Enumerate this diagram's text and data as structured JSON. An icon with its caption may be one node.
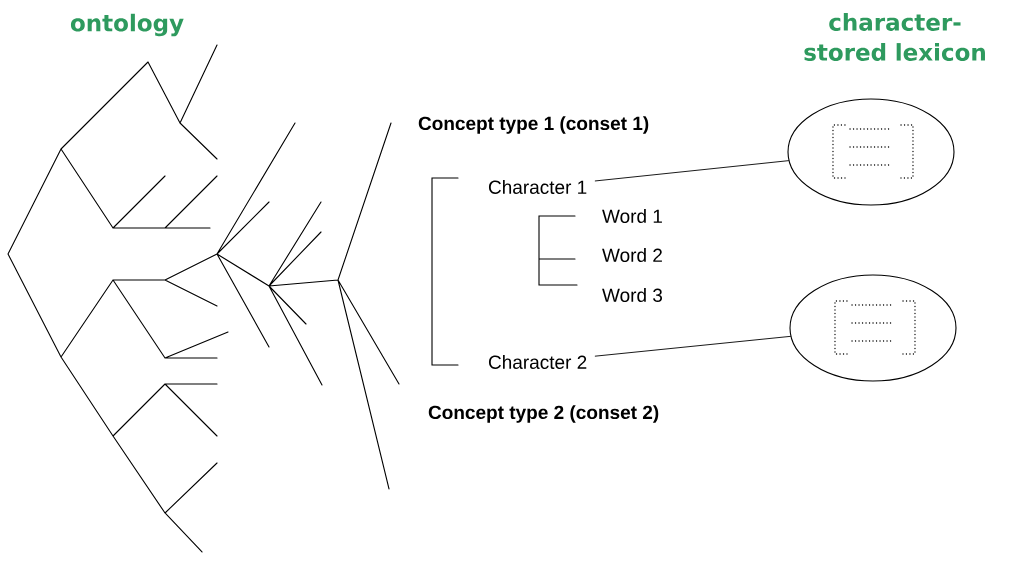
{
  "diagram": {
    "nodes": [
      {
        "text": [
          "Concept type 1 (conset 1)"
        ]
      },
      {
        "text": [
          "Character 1"
        ]
      },
      {
        "text": [
          "Word 1"
        ]
      },
      {
        "text": [
          "Word 2"
        ]
      },
      {
        "text": [
          "Word 3"
        ]
      },
      {
        "text": [
          "Character 2"
        ]
      },
      {
        "text": [
          "Concept type 2 (conset 2)"
        ]
      },
      {
        "text": [],
        "shape": "ellipse"
      },
      {
        "text": [],
        "shape": "ellipse"
      }
    ],
    "edges": [
      {
        "from": 1,
        "to": 7,
        "arrow": "none"
      },
      {
        "from": 5,
        "to": 8,
        "arrow": "none"
      }
    ],
    "labels": [
      "ontology",
      "character-stored lexicon"
    ]
  }
}
